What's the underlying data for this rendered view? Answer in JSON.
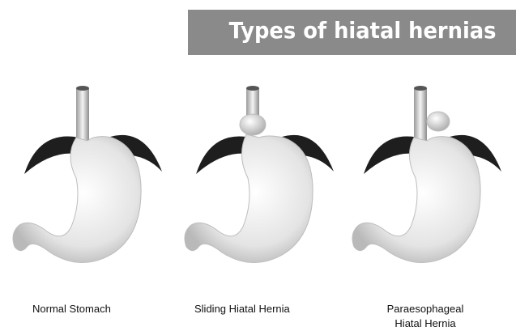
{
  "title": "Types of hiatal hernias",
  "figures": [
    {
      "label_lines": [
        "Normal Stomach"
      ],
      "hernia": "none"
    },
    {
      "label_lines": [
        "Sliding Hiatal Hernia"
      ],
      "hernia": "sliding"
    },
    {
      "label_lines": [
        "Paraesophageal",
        "Hiatal Hernia"
      ],
      "hernia": "paraesophageal"
    }
  ],
  "colors": {
    "banner": "#8a8a8a",
    "title_text": "#ffffff",
    "diaphragm": "#1e1e1e",
    "organ": "#e8e8e8"
  }
}
